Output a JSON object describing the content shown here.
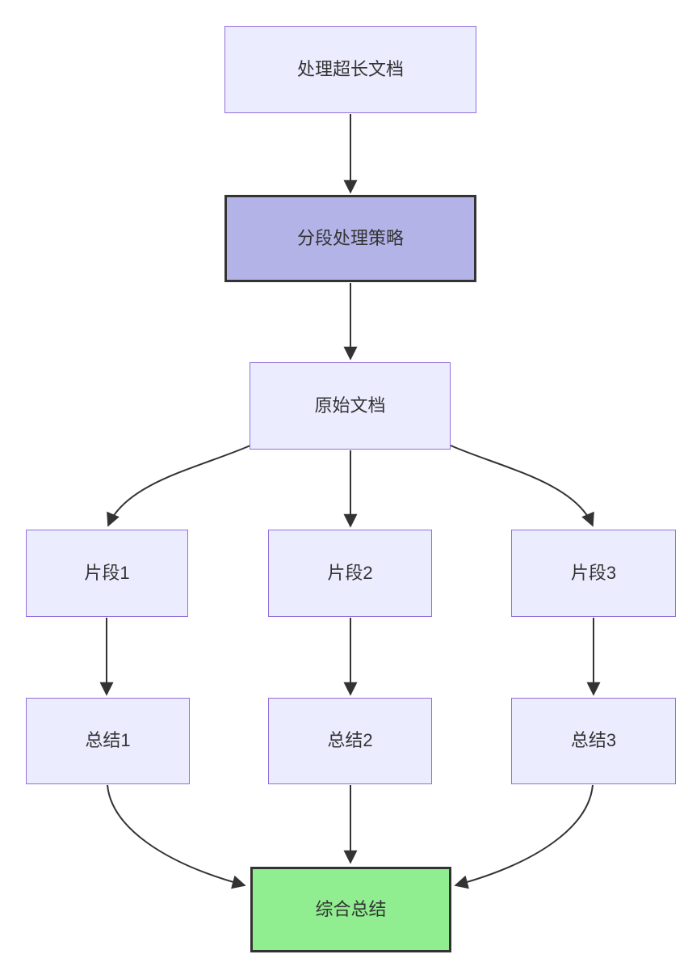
{
  "diagram": {
    "type": "flowchart",
    "direction": "top-down",
    "nodes": [
      {
        "id": "A",
        "label": "处理超长文档",
        "style": "default"
      },
      {
        "id": "B",
        "label": "分段处理策略",
        "style": "highlight"
      },
      {
        "id": "C",
        "label": "原始文档",
        "style": "default"
      },
      {
        "id": "D1",
        "label": "片段1",
        "style": "default"
      },
      {
        "id": "D2",
        "label": "片段2",
        "style": "default"
      },
      {
        "id": "D3",
        "label": "片段3",
        "style": "default"
      },
      {
        "id": "E1",
        "label": "总结1",
        "style": "default"
      },
      {
        "id": "E2",
        "label": "总结2",
        "style": "default"
      },
      {
        "id": "E3",
        "label": "总结3",
        "style": "default"
      },
      {
        "id": "F",
        "label": "综合总结",
        "style": "success"
      }
    ],
    "edges": [
      {
        "from": "处理超长文档",
        "to": "分段处理策略"
      },
      {
        "from": "分段处理策略",
        "to": "原始文档"
      },
      {
        "from": "原始文档",
        "to": "片段1"
      },
      {
        "from": "原始文档",
        "to": "片段2"
      },
      {
        "from": "原始文档",
        "to": "片段3"
      },
      {
        "from": "片段1",
        "to": "总结1"
      },
      {
        "from": "片段2",
        "to": "总结2"
      },
      {
        "from": "片段3",
        "to": "总结3"
      },
      {
        "from": "总结1",
        "to": "综合总结"
      },
      {
        "from": "总结2",
        "to": "综合总结"
      },
      {
        "from": "总结3",
        "to": "综合总结"
      }
    ],
    "colors": {
      "node_fill": "#ECECFF",
      "node_border": "#9370DB",
      "highlight_fill": "#B3B3E8",
      "highlight_border": "#333333",
      "success_fill": "#90EE90",
      "success_border": "#333333",
      "edge": "#333333",
      "text": "#333333",
      "background": "#FFFFFF"
    }
  }
}
